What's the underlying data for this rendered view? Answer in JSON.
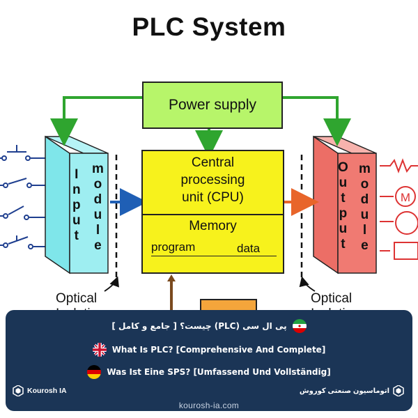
{
  "diagram": {
    "title": "PLC System",
    "power_supply": "Power supply",
    "cpu": "Central\nprocessing\nunit (CPU)",
    "memory": "Memory",
    "program": "program",
    "data": "data",
    "input_module_left": [
      "I",
      "n",
      "p",
      "u",
      "t"
    ],
    "input_module_right": [
      "m",
      "o",
      "d",
      "u",
      "l",
      "e"
    ],
    "output_module_left": [
      "O",
      "u",
      "t",
      "p",
      "u",
      "t"
    ],
    "output_module_right": [
      "m",
      "o",
      "d",
      "u",
      "l",
      "e"
    ],
    "optical_left": "Optical\nIsolation",
    "optical_right": "Optical\nIsolation",
    "output_motor_symbol": "M",
    "colors": {
      "power_supply": "#b7f56a",
      "cpu": "#f7f21c",
      "input_module": "#7fe6ea",
      "output_module": "#f07a72",
      "arrow_green": "#2fa52f",
      "arrow_blue": "#1f5fb5",
      "arrow_orange": "#e8652a",
      "arrow_brown": "#7a4a1e",
      "card_bg": "#1b3556"
    }
  },
  "card": {
    "line_fa": "پی ال سی (PLC) چیست؟ [ جامع و کامل ]",
    "line_en": "What Is PLC? [Comprehensive And Complete]",
    "line_de": "Was Ist Eine SPS? [Umfassend Und Vollständig]",
    "brand_left": "Kourosh IA",
    "brand_right": "اتوماسیون صنعتی کوروش",
    "url": "kourosh-ia.com"
  }
}
